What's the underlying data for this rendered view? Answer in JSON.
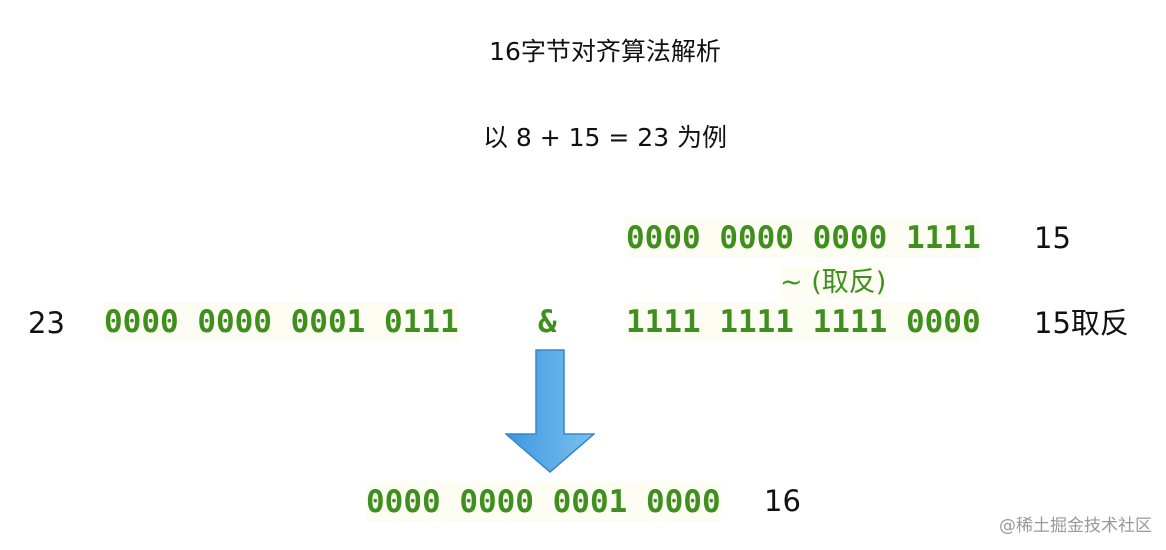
{
  "title": "16字节对齐算法解析",
  "subtitle": "以 8 + 15 = 23 为例",
  "rows": {
    "a_label": "23",
    "a_bits": "0000 0000 0001 0111",
    "op": "&",
    "b_bits": "0000 0000 0000 1111",
    "b_label": "15",
    "not_label": "~ (取反)",
    "nb_bits": "1111 1111 1111 0000",
    "nb_label": "15取反",
    "result_bits": "0000 0000 0001 0000",
    "result_label": "16"
  },
  "colors": {
    "bits": "#3f8f1f",
    "arrow": "#5aaee8"
  },
  "watermark": "@稀土掘金技术社区"
}
